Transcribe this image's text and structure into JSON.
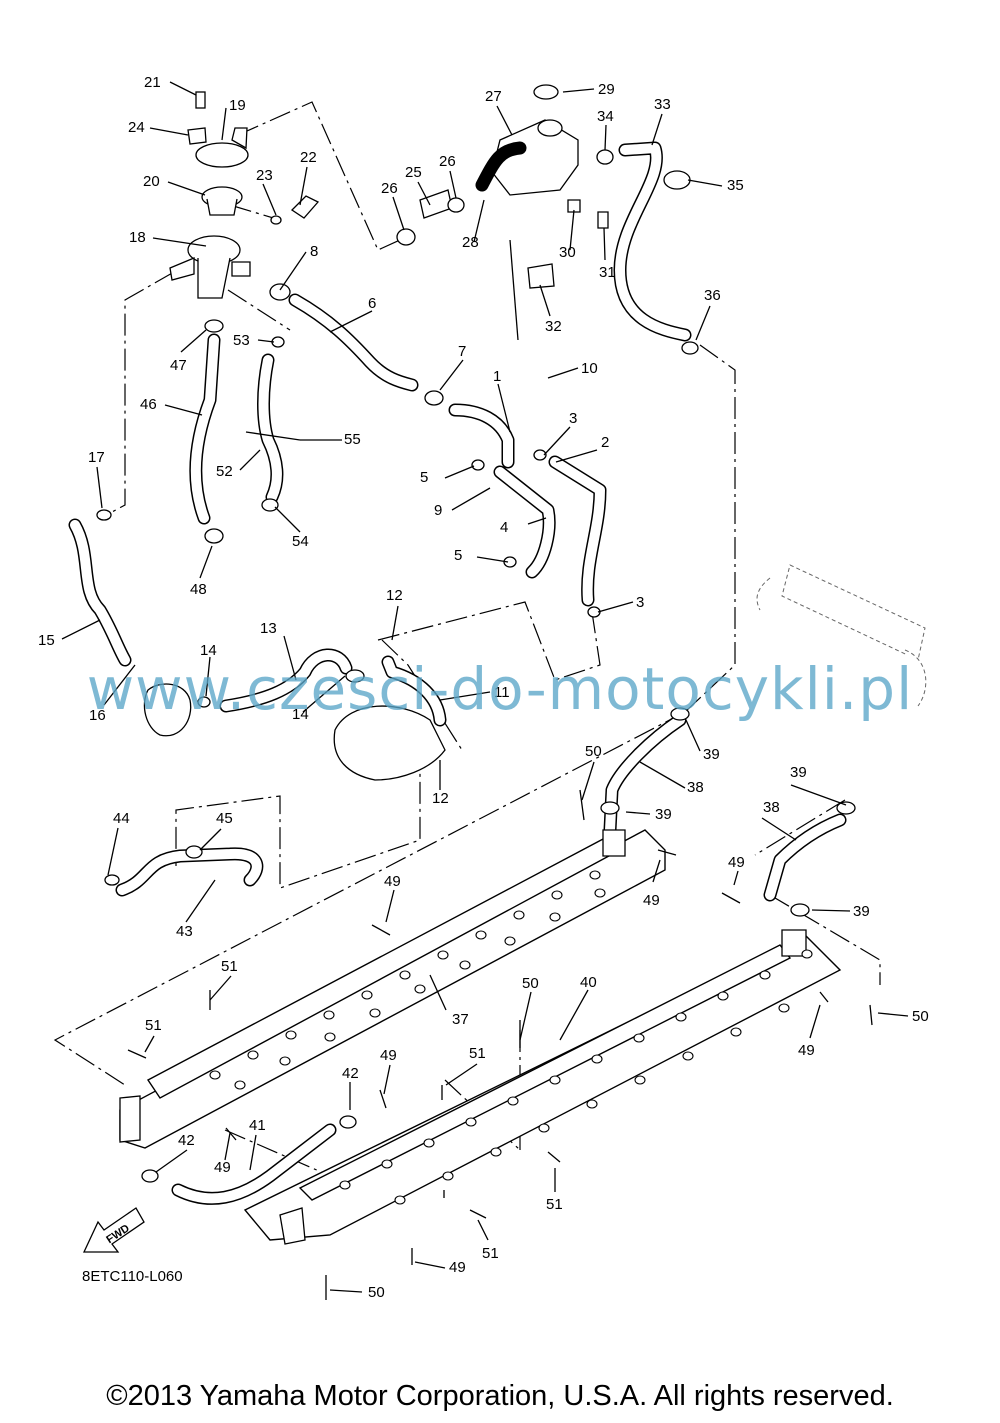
{
  "callouts": [
    "21",
    "19",
    "24",
    "20",
    "23",
    "22",
    "18",
    "8",
    "27",
    "29",
    "34",
    "33",
    "26",
    "25",
    "26",
    "35",
    "28",
    "30",
    "31",
    "32",
    "36",
    "6",
    "53",
    "47",
    "7",
    "10",
    "1",
    "3",
    "46",
    "55",
    "2",
    "17",
    "52",
    "5",
    "9",
    "4",
    "54",
    "48",
    "5",
    "3",
    "15",
    "13",
    "12",
    "14",
    "11",
    "16",
    "14",
    "39",
    "50",
    "38",
    "12",
    "39",
    "39",
    "44",
    "45",
    "38",
    "49",
    "49",
    "49",
    "39",
    "43",
    "51",
    "37",
    "50",
    "40",
    "50",
    "51",
    "49",
    "49",
    "42",
    "51",
    "42",
    "41",
    "49",
    "51",
    "51",
    "49",
    "50"
  ],
  "fwd_label": "FWD",
  "diagram_code": "8ETC110-L060",
  "watermark": "www.czesci-do-motocykli.pl",
  "copyright": "©2013 Yamaha Motor Corporation, U.S.A. All rights reserved."
}
